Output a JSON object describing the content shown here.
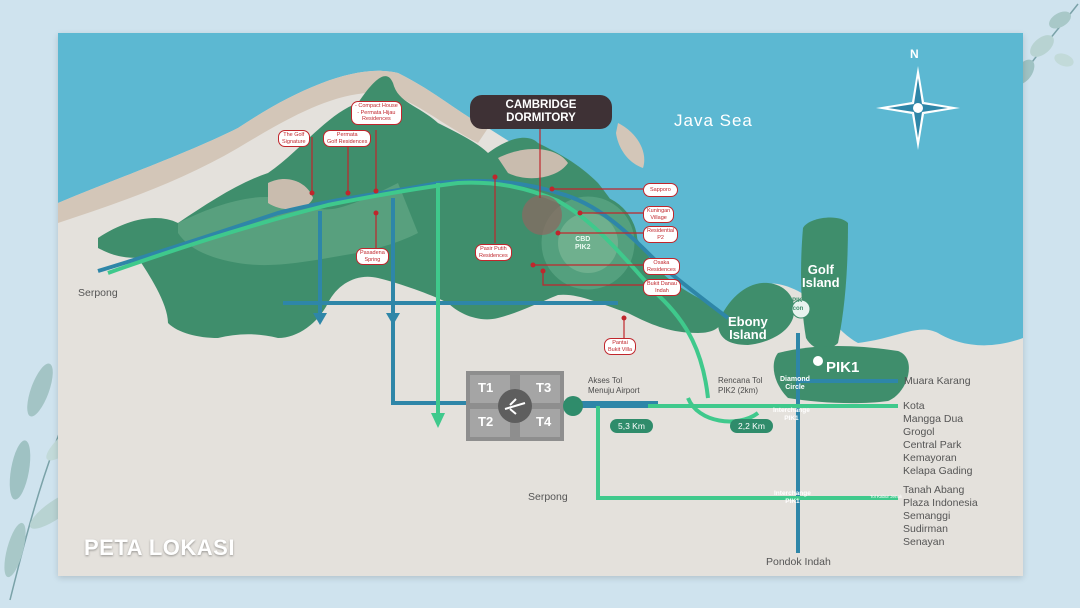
{
  "title": "PETA LOKASI",
  "sea_label": "Java Sea",
  "compass_label": "N",
  "highlight": {
    "line1": "CAMBRIDGE",
    "line2": "DORMITORY"
  },
  "islands": {
    "golf_island": {
      "line1": "Golf",
      "line2": "Island"
    },
    "ebony_island": {
      "line1": "Ebony",
      "line2": "Island"
    },
    "pik1": "PIK1",
    "cbd_pik2": {
      "line1": "CBD",
      "line2": "PIK2"
    },
    "pik_icon": {
      "line1": "PIK",
      "line2": "Icon"
    },
    "diamond_circle": {
      "line1": "Diamond",
      "line2": "Circle"
    }
  },
  "tags": {
    "golf_signature": {
      "line1": "The Golf",
      "line2": "Signature"
    },
    "permata_golf": {
      "line1": "Permata",
      "line2": "Golf Residences"
    },
    "compact_house": {
      "line1": "- Compact House",
      "line2": "- Permata Hijau",
      "line3": "Residences"
    },
    "pasadena": {
      "line1": "Pasadena",
      "line2": "Spring"
    },
    "pasir_putih": {
      "line1": "Pasir Putih",
      "line2": "Residences"
    },
    "sapporo": "Sapporo",
    "kuningan": {
      "line1": "Kuningan",
      "line2": "Village"
    },
    "residential_p2": {
      "line1": "Residential",
      "line2": "P2"
    },
    "osaka": {
      "line1": "Osaka",
      "line2": "Residences"
    },
    "bukit_danau": {
      "line1": "Bukit Danau",
      "line2": "Indah"
    },
    "pantai_bukit_villa": {
      "line1": "Pantai",
      "line2": "Bukit Villa"
    }
  },
  "places": {
    "serpong_west": "Serpong",
    "serpong_south": "Serpong",
    "pondok_indah": "Pondok Indah",
    "muara_karang": "Muara Karang",
    "group1": [
      "Kota",
      "Mangga Dua",
      "Grogol",
      "Central Park",
      "Kemayoran",
      "Kelapa Gading"
    ],
    "group2": [
      "Tanah Abang",
      "Plaza Indonesia",
      "Semanggi",
      "Sudirman",
      "Senayan"
    ]
  },
  "road_labels": {
    "akses_tol": {
      "line1": "Akses Tol",
      "line2": "Menuju Airport"
    },
    "rencana_tol": {
      "line1": "Rencana Tol",
      "line2": "PIK2 (2km)"
    },
    "interchange_pik1_top": {
      "line1": "Interchange",
      "line2": "PIK1"
    },
    "interchange_pik1_bottom": {
      "line1": "Interchange",
      "line2": "PIK1"
    },
    "tol_kabur_jenok": "Tol Kabur Jenok"
  },
  "distances": {
    "d1": "5,3 Km",
    "d2": "2,2 Km"
  },
  "terminals": [
    "T1",
    "T3",
    "T2",
    "T4"
  ],
  "colors": {
    "sea": "#5cb8d2",
    "land": "#e4e1dc",
    "green_area": "#3f8e6c",
    "road_teal": "#2e86a8",
    "road_green": "#3fc98c",
    "tag_red": "#c0262c",
    "highlight_bg": "#3e3135"
  }
}
